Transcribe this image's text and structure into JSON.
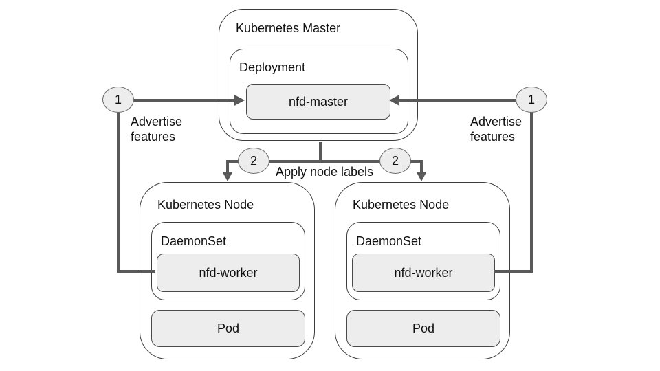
{
  "colors": {
    "background": "#ffffff",
    "box_border": "#3d3d3d",
    "fill_gray": "#ededed",
    "connector": "#595959",
    "badge_border": "#6b6b6b",
    "text": "#111111"
  },
  "master": {
    "title": "Kubernetes Master",
    "deployment": {
      "title": "Deployment",
      "component": "nfd-master"
    }
  },
  "nodes": [
    {
      "title": "Kubernetes Node",
      "daemonset": {
        "title": "DaemonSet",
        "component": "nfd-worker"
      },
      "pod": "Pod"
    },
    {
      "title": "Kubernetes Node",
      "daemonset": {
        "title": "DaemonSet",
        "component": "nfd-worker"
      },
      "pod": "Pod"
    }
  ],
  "steps": {
    "one_left": {
      "badge": "1",
      "label": "Advertise features"
    },
    "one_right": {
      "badge": "1",
      "label": "Advertise features"
    },
    "two_left": {
      "badge": "2"
    },
    "two_right": {
      "badge": "2"
    },
    "apply_label": "Apply node labels"
  }
}
